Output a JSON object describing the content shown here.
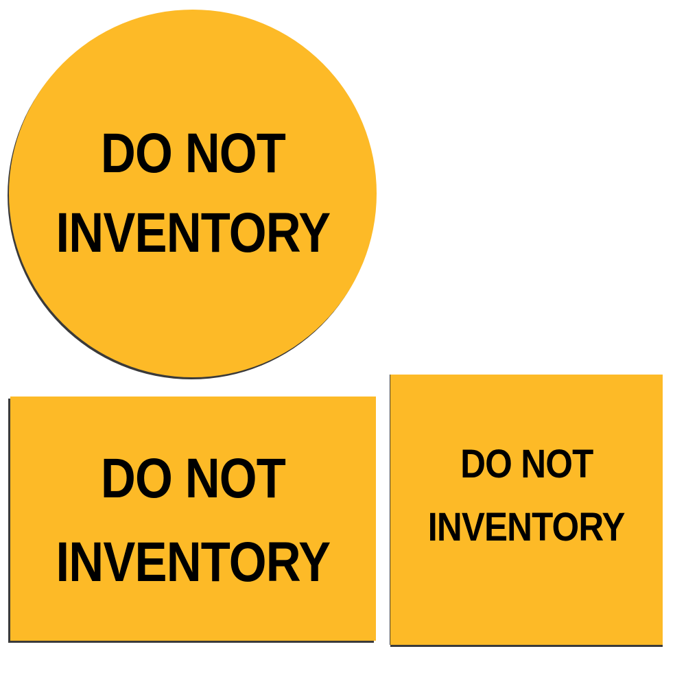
{
  "colors": {
    "label_fill": "#FDBA27",
    "text": "#000000",
    "shadow": "#3a3a3a",
    "background": "#ffffff"
  },
  "labels": [
    {
      "shape": "circle",
      "line1": "DO NOT",
      "line2": "INVENTORY"
    },
    {
      "shape": "rectangle",
      "line1": "DO NOT",
      "line2": "INVENTORY"
    },
    {
      "shape": "square",
      "line1": "DO NOT",
      "line2": "INVENTORY"
    }
  ]
}
